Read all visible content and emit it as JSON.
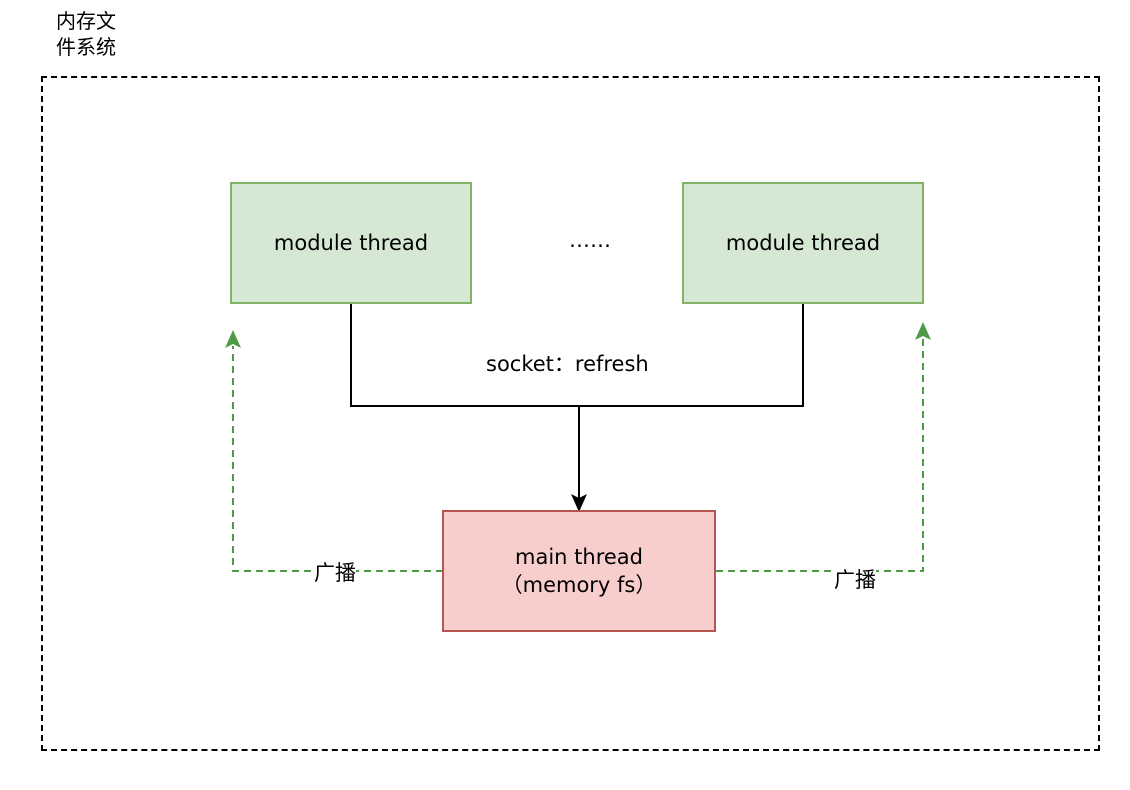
{
  "diagram": {
    "container_title": "内存文\n件系统",
    "module_thread_left": "module thread",
    "module_thread_right": "module thread",
    "ellipsis": "……",
    "socket_label": "socket：refresh",
    "main_thread": "main thread（memory fs）",
    "broadcast_left": "广播",
    "broadcast_right": "广播"
  },
  "colors": {
    "module_fill": "#d5e8d4",
    "module_stroke": "#82b366",
    "main_fill": "#f8cecc",
    "main_stroke": "#b85450",
    "broadcast_edge": "#4e9a47",
    "socket_edge": "#000000"
  }
}
